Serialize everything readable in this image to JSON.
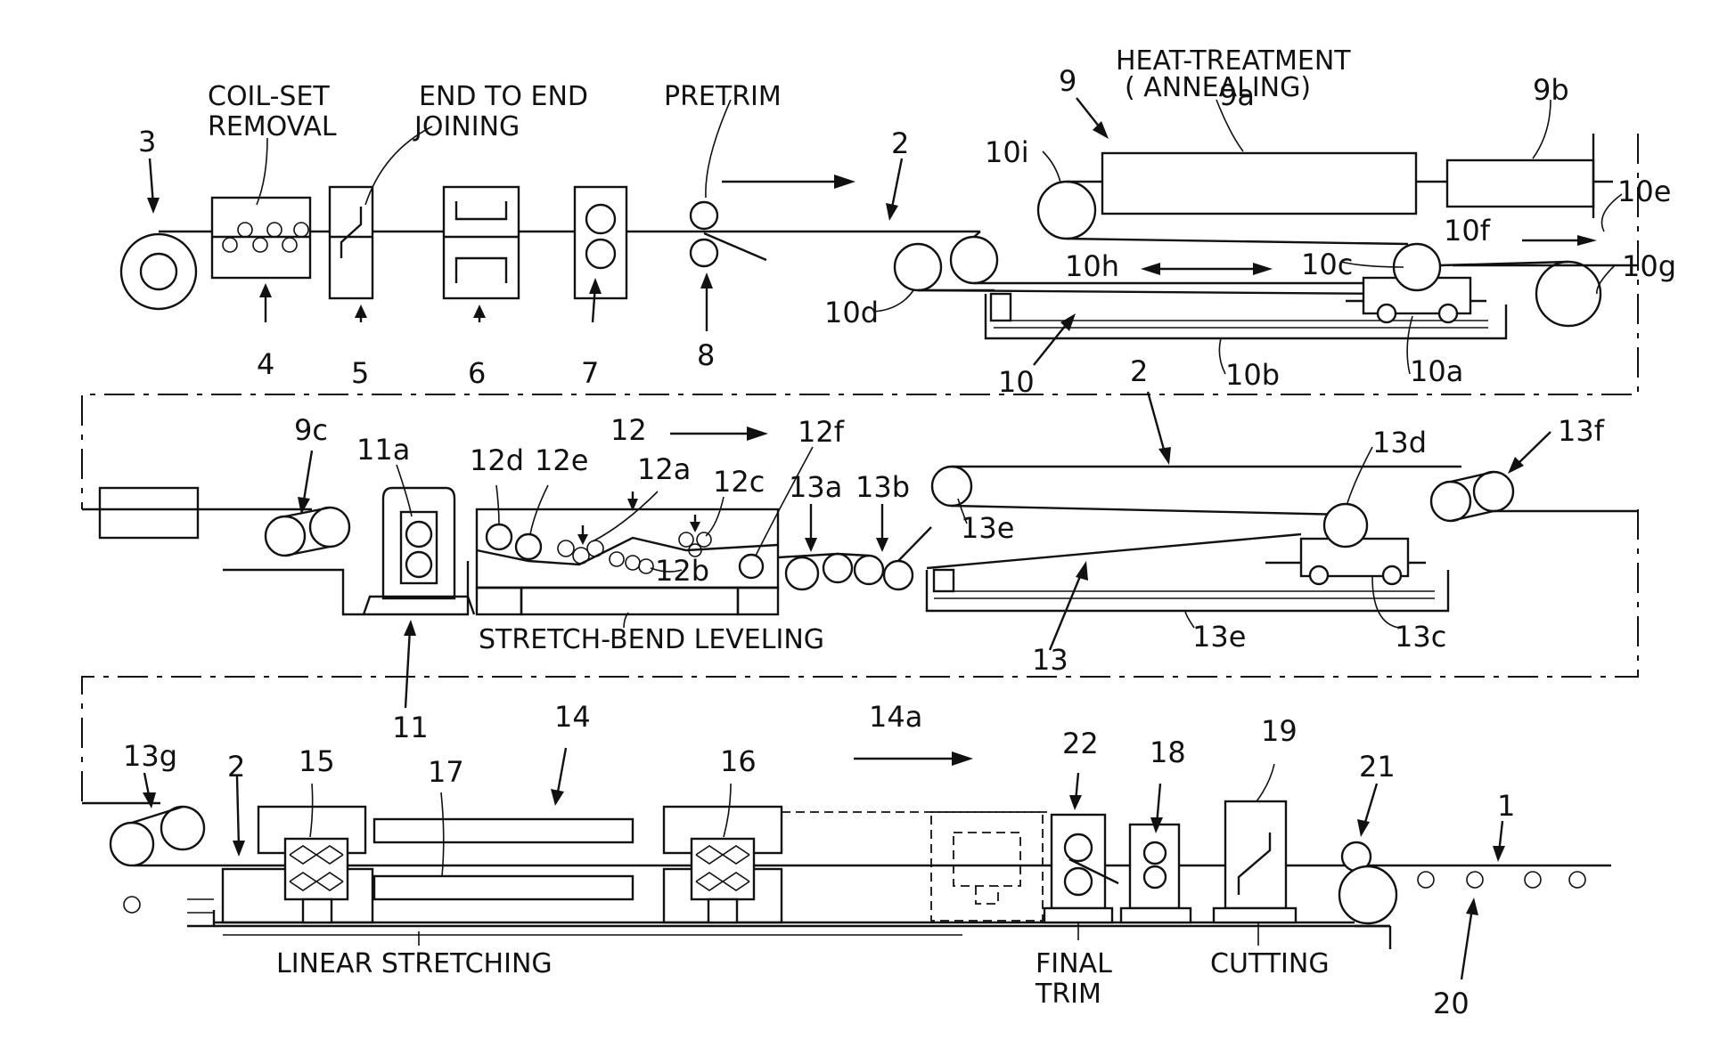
{
  "labels": {
    "coil_set_removal_1": "COIL-SET",
    "coil_set_removal_2": "REMOVAL",
    "end_to_end_joining_1": "END TO END",
    "end_to_end_joining_2": "JOINING",
    "pretrim": "PRETRIM",
    "heat_treatment_1": "HEAT-TREATMENT",
    "heat_treatment_2": "( ANNEALING)",
    "stretch_bend_leveling": "STRETCH-BEND LEVELING",
    "linear_stretching": "LINEAR STRETCHING",
    "final_trim_1": "FINAL",
    "final_trim_2": "TRIM",
    "cutting": "CUTTING"
  },
  "refs": {
    "r1": "1",
    "r2a": "2",
    "r2b": "2",
    "r2c": "2",
    "r3": "3",
    "r4": "4",
    "r5": "5",
    "r6": "6",
    "r7": "7",
    "r8": "8",
    "r9": "9",
    "r9a": "9a",
    "r9b": "9b",
    "r9c": "9c",
    "r10": "10",
    "r10a": "10a",
    "r10b": "10b",
    "r10c": "10c",
    "r10d": "10d",
    "r10e": "10e",
    "r10f": "10f",
    "r10g": "10g",
    "r10h": "10h",
    "r10i": "10i",
    "r11": "11",
    "r11a": "11a",
    "r12": "12",
    "r12a": "12a",
    "r12b": "12b",
    "r12c": "12c",
    "r12d": "12d",
    "r12e": "12e",
    "r12f": "12f",
    "r13": "13",
    "r13a": "13a",
    "r13b": "13b",
    "r13c": "13c",
    "r13d": "13d",
    "r13e1": "13e",
    "r13e2": "13e",
    "r13f": "13f",
    "r13g": "13g",
    "r14": "14",
    "r14a": "14a",
    "r15": "15",
    "r16": "16",
    "r17": "17",
    "r18": "18",
    "r19": "19",
    "r20": "20",
    "r21": "21",
    "r22": "22"
  }
}
